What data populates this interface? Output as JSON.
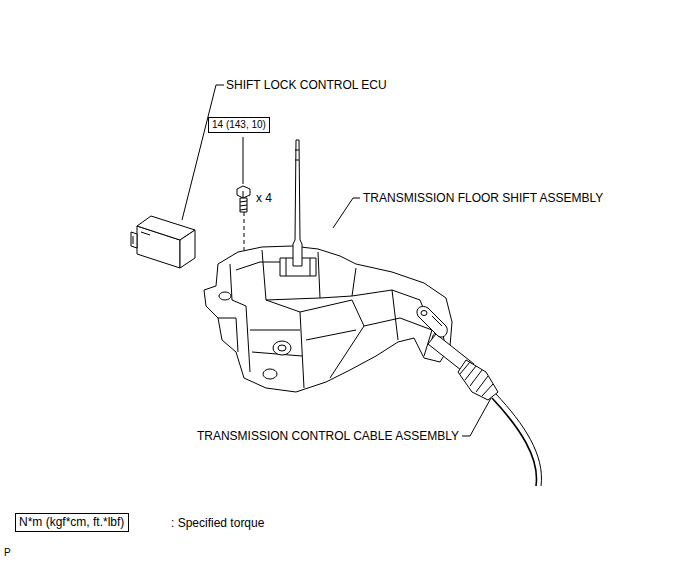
{
  "diagram": {
    "nodes": [
      {
        "text": [
          "14 (143, 10)"
        ]
      },
      {
        "text": [
          "N*m (kgf*cm, ft.*lbf)"
        ]
      }
    ],
    "labels": [
      "SHIFT LOCK CONTROL ECU",
      "x 4",
      "TRANSMISSION FLOOR SHIFT ASSEMBLY",
      "TRANSMISSION CONTROL CABLE ASSEMBLY",
      ": Specified torque",
      "P"
    ]
  }
}
